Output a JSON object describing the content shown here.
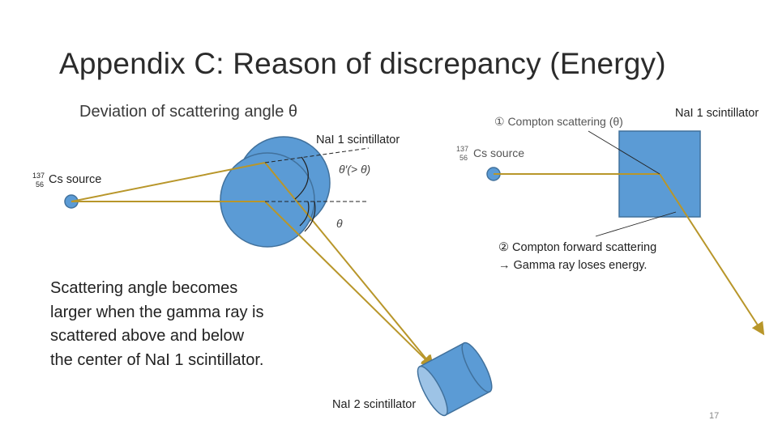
{
  "title": "Appendix C: Reason of discrepancy (Energy)",
  "subtitle": "Deviation of scattering angle θ",
  "left_diagram": {
    "source_label": "Cs source",
    "isotope_mass": "137",
    "isotope_atomic": "56",
    "nai1_label": "NaI 1 scintillator",
    "theta_prime_label": "θ′(> θ)",
    "theta_label": "θ",
    "nai2_label": "NaI 2 scintillator"
  },
  "right_diagram": {
    "nai1_label": "NaI 1 scintillator",
    "compton_label": "① Compton scattering (θ)",
    "source_label": "Cs source",
    "isotope_mass": "137",
    "isotope_atomic": "56",
    "forward_label_1": "② Compton forward scattering",
    "forward_label_2": "→ Gamma ray loses energy."
  },
  "description": "Scattering angle becomes larger when the gamma ray is scattered above and below the center of NaI 1 scintillator.",
  "page_number": "17",
  "colors": {
    "detector_fill": "#5b9bd5",
    "detector_stroke": "#41719c",
    "beam": "#b8962a",
    "text": "#222222"
  }
}
